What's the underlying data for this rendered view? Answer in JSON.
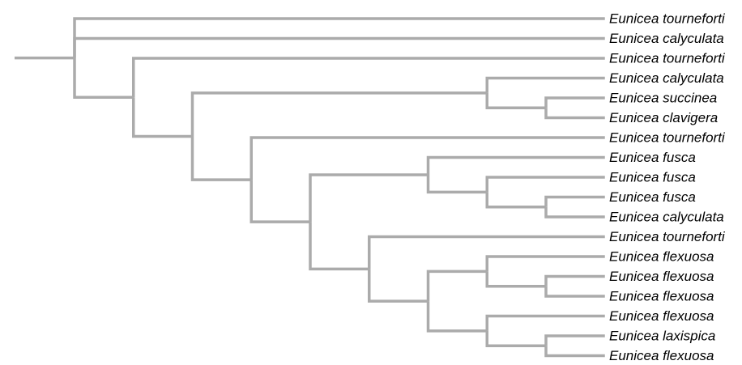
{
  "figure": {
    "description": "Phylogenetic cladogram of Eunicea species",
    "background_color": "#ffffff",
    "line_color": "#ababab",
    "label_color": "#000000"
  },
  "tree": {
    "tips": [
      {
        "label": "Eunicea tourneforti"
      },
      {
        "label": "Eunicea calyculata"
      },
      {
        "label": "Eunicea tourneforti"
      },
      {
        "label": "Eunicea calyculata"
      },
      {
        "label": "Eunicea succinea"
      },
      {
        "label": "Eunicea clavigera"
      },
      {
        "label": "Eunicea tourneforti"
      },
      {
        "label": "Eunicea fusca"
      },
      {
        "label": "Eunicea fusca"
      },
      {
        "label": "Eunicea fusca"
      },
      {
        "label": "Eunicea calyculata"
      },
      {
        "label": "Eunicea tourneforti"
      },
      {
        "label": "Eunicea flexuosa"
      },
      {
        "label": "Eunicea flexuosa"
      },
      {
        "label": "Eunicea flexuosa"
      },
      {
        "label": "Eunicea flexuosa"
      },
      {
        "label": "Eunicea laxispica"
      },
      {
        "label": "Eunicea flexuosa"
      }
    ],
    "topology": [
      0,
      1,
      [
        2,
        [
          [
            3,
            [
              4,
              5
            ]
          ],
          [
            6,
            [
              [
                7,
                [
                  8,
                  [
                    9,
                    10
                  ]
                ]
              ],
              [
                11,
                [
                  [
                    12,
                    [
                      13,
                      14
                    ]
                  ],
                  [
                    15,
                    [
                      16,
                      17
                    ]
                  ]
                ]
              ]
            ]
          ]
        ]
      ]
    ]
  }
}
